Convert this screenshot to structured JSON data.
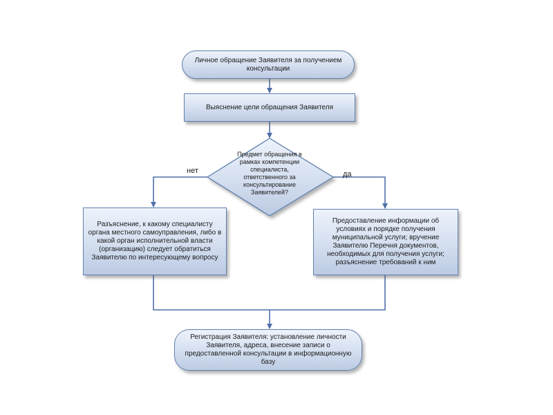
{
  "flowchart": {
    "start": "Личное обращение Заявителя за получением консультации",
    "clarify": "Выяснение цели обращения Заявителя",
    "decision": "Предмет обращения в рамках компетенции специалиста, ответственного за консультирование Заявителей?",
    "no_label": "нет",
    "yes_label": "да",
    "no_branch": "Разъяснение, к какому специалисту органа местного самоуправления, либо в какой орган исполнительной власти (организацию) следует обратиться Заявителю по интересующему вопросу",
    "yes_branch": "Предоставление информации об условиях и порядке получения муниципальной услуги; вручение Заявителю Перечня документов, необходимых для получения услуги; разъяснение требований к ним",
    "end": "Регистрация Заявителя: установление личности Заявителя, адреса, внесение записи о предоставленной консультации в информационную базу"
  },
  "colors": {
    "stroke": "#5f7fae",
    "connector": "#4f6fa8",
    "fill_top": "#eef3fb",
    "fill_bottom": "#bccbe3"
  }
}
